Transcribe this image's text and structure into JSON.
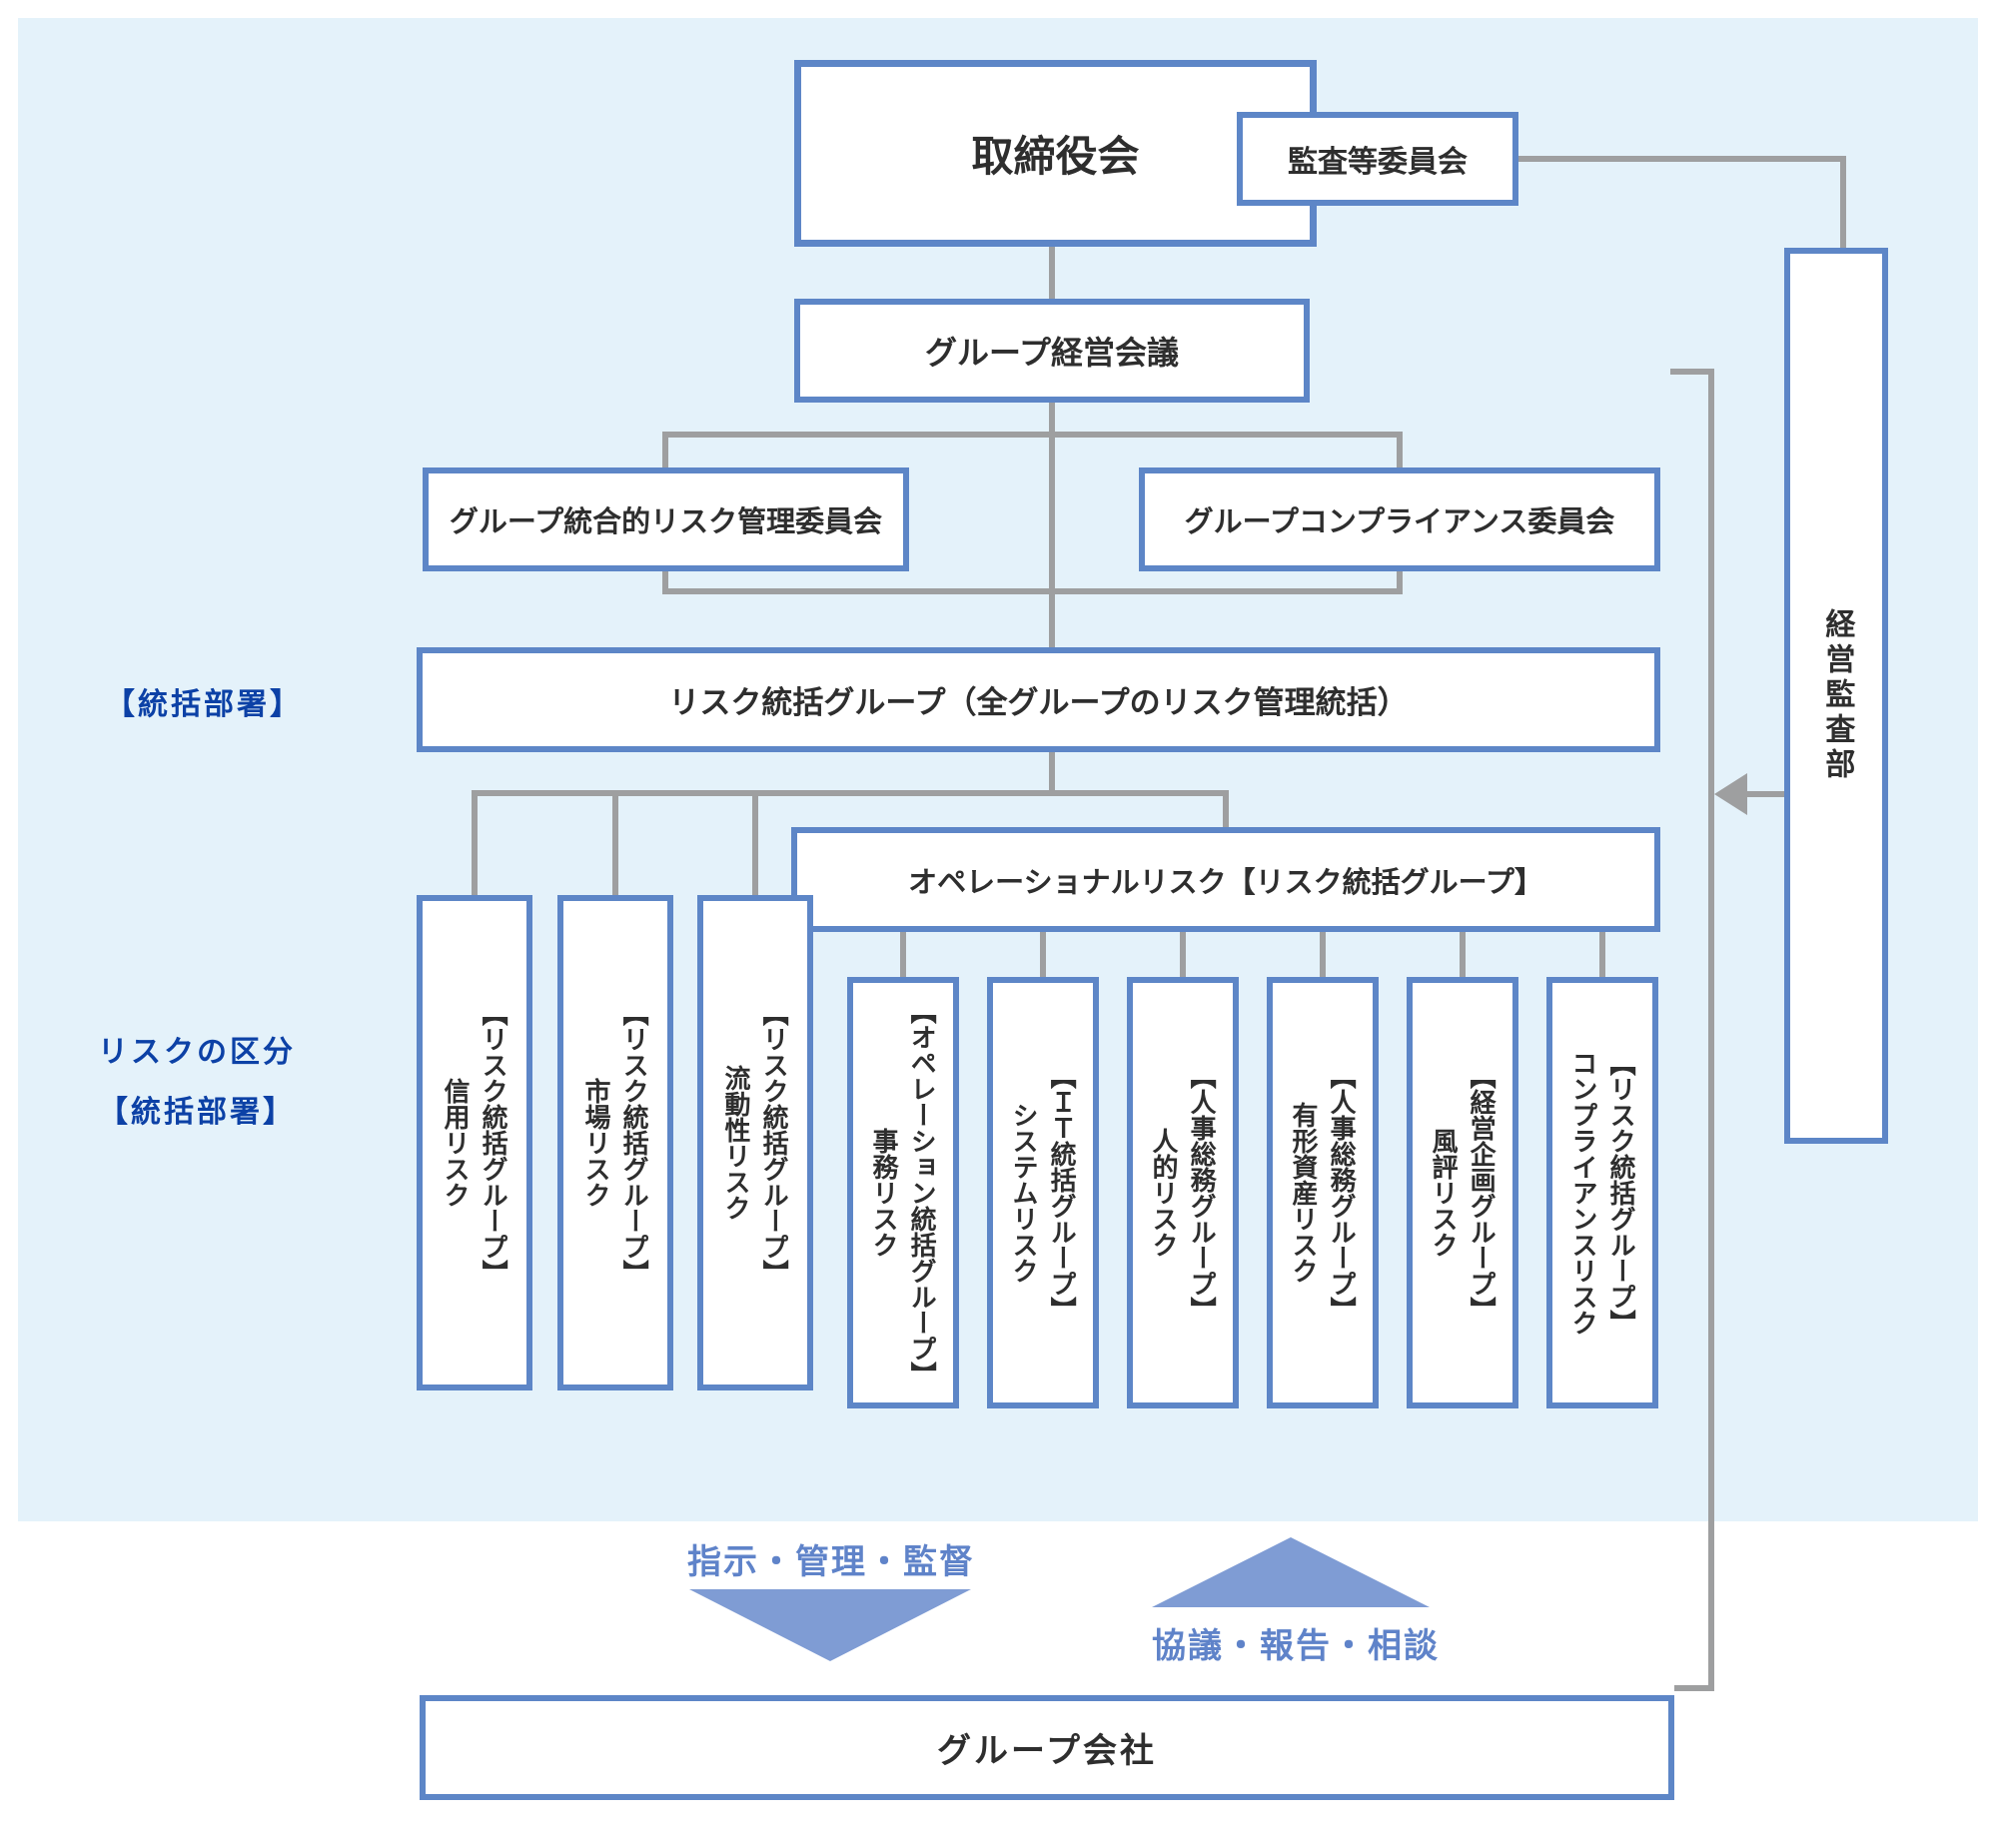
{
  "nodes": {
    "board": "取締役会",
    "audit_committee": "監査等委員会",
    "group_management": "グループ経営会議",
    "risk_committee": "グループ統合的リスク管理委員会",
    "compliance_committee": "グループコンプライアンス委員会",
    "risk_control_group": "リスク統括グループ（全グループのリスク管理統括）",
    "operational_risk": "オペレーショナルリスク【リスク統括グループ】",
    "audit_department": "経営監査部",
    "group_companies": "グループ会社"
  },
  "labels": {
    "control_dept": "【統括部署】",
    "risk_category_line1": "リスクの区分",
    "risk_category_line2": "【統括部署】",
    "flow_down": "指示・管理・監督",
    "flow_up": "協議・報告・相談"
  },
  "risk_left": [
    {
      "group": "【リスク統括グループ】",
      "risk": "信用リスク"
    },
    {
      "group": "【リスク統括グループ】",
      "risk": "市場リスク"
    },
    {
      "group": "【リスク統括グループ】",
      "risk": "流動性リスク"
    }
  ],
  "risk_op": [
    {
      "group": "【オペレーション統括グループ】",
      "risk": "事務リスク"
    },
    {
      "group": "【ＩＴ統括グループ】",
      "risk": "システムリスク"
    },
    {
      "group": "【人事総務グループ】",
      "risk": "人的リスク"
    },
    {
      "group": "【人事総務グループ】",
      "risk": "有形資産リスク"
    },
    {
      "group": "【経営企画グループ】",
      "risk": "風評リスク"
    },
    {
      "group": "【リスク統括グループ】",
      "risk": "コンプライアンスリスク"
    }
  ],
  "colors": {
    "background_panel": "#e4f2fa",
    "box_border": "#5d86c7",
    "connector_gray": "#9e9fa0",
    "accent_blue_label": "#0c41a6",
    "flow_blue": "#7f9cd4",
    "flow_text_blue": "#5f83c9"
  }
}
